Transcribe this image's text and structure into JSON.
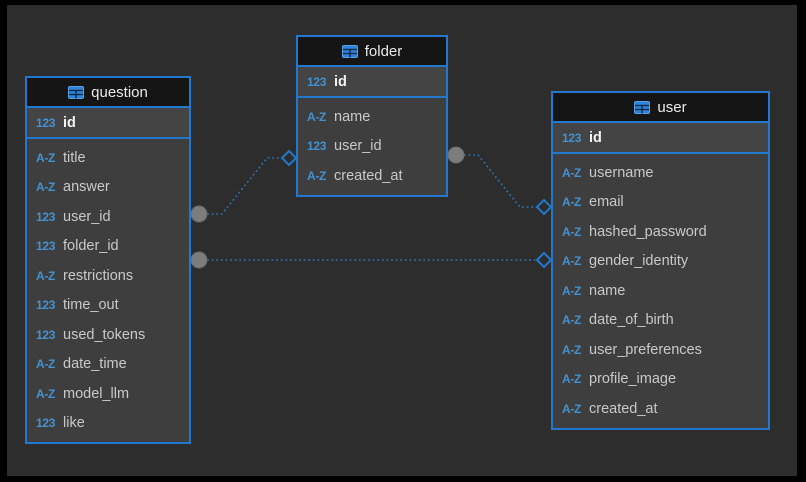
{
  "diagram": {
    "background": "#2d2d2d",
    "frame_color": "#000000",
    "accent_blue": "#2178cc",
    "type_icon_blue": "#4292d2",
    "relationship_line_blue": "#2e6ea9",
    "connector_circle_gray": "#7d7d7d"
  },
  "tables": {
    "question": {
      "title": "question",
      "primary_key": {
        "type_icon": "123",
        "name": "id"
      },
      "columns": [
        {
          "type_icon": "A-Z",
          "name": "title"
        },
        {
          "type_icon": "A-Z",
          "name": "answer"
        },
        {
          "type_icon": "123",
          "name": "user_id"
        },
        {
          "type_icon": "123",
          "name": "folder_id"
        },
        {
          "type_icon": "A-Z",
          "name": "restrictions"
        },
        {
          "type_icon": "123",
          "name": "time_out"
        },
        {
          "type_icon": "123",
          "name": "used_tokens"
        },
        {
          "type_icon": "A-Z",
          "name": "date_time"
        },
        {
          "type_icon": "A-Z",
          "name": "model_llm"
        },
        {
          "type_icon": "123",
          "name": "like"
        }
      ]
    },
    "folder": {
      "title": "folder",
      "primary_key": {
        "type_icon": "123",
        "name": "id"
      },
      "columns": [
        {
          "type_icon": "A-Z",
          "name": "name"
        },
        {
          "type_icon": "123",
          "name": "user_id"
        },
        {
          "type_icon": "A-Z",
          "name": "created_at"
        }
      ]
    },
    "user": {
      "title": "user",
      "primary_key": {
        "type_icon": "123",
        "name": "id"
      },
      "columns": [
        {
          "type_icon": "A-Z",
          "name": "username"
        },
        {
          "type_icon": "A-Z",
          "name": "email"
        },
        {
          "type_icon": "A-Z",
          "name": "hashed_password"
        },
        {
          "type_icon": "A-Z",
          "name": "gender_identity"
        },
        {
          "type_icon": "A-Z",
          "name": "name"
        },
        {
          "type_icon": "A-Z",
          "name": "date_of_birth"
        },
        {
          "type_icon": "A-Z",
          "name": "user_preferences"
        },
        {
          "type_icon": "A-Z",
          "name": "profile_image"
        },
        {
          "type_icon": "A-Z",
          "name": "created_at"
        }
      ]
    }
  },
  "relationships": [
    {
      "from_table": "question",
      "to_table": "folder",
      "from_marker": "circle",
      "to_marker": "diamond",
      "line_style": "dotted"
    },
    {
      "from_table": "folder",
      "to_table": "user",
      "from_marker": "circle",
      "to_marker": "diamond",
      "line_style": "dotted"
    },
    {
      "from_table": "question",
      "to_table": "user",
      "from_marker": "circle",
      "to_marker": "diamond",
      "line_style": "dotted"
    }
  ]
}
